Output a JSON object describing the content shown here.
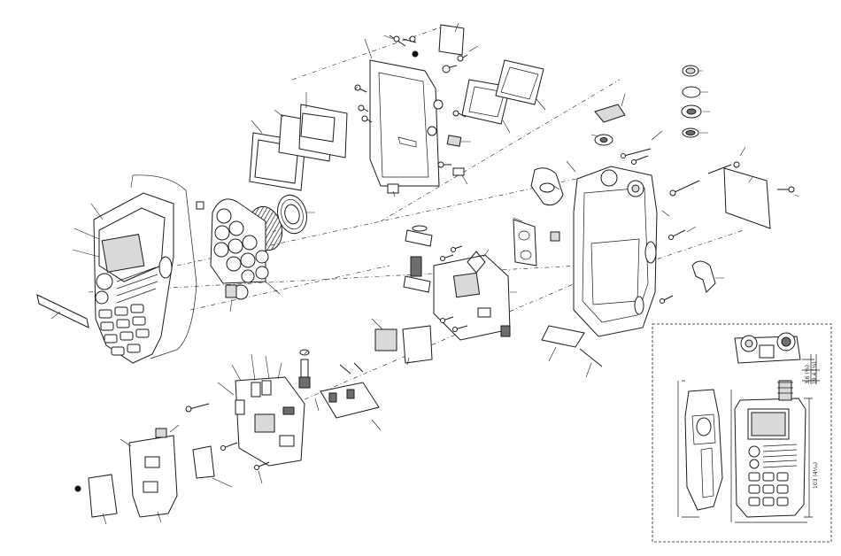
{
  "dimensions": {
    "depth_top": "3.6 (¹⁄₈)",
    "depth_total": "19.4 (¾)",
    "height": "103 (4¹⁄₁₆)"
  },
  "legend_markers": [
    "black-dot",
    "black-dot"
  ]
}
